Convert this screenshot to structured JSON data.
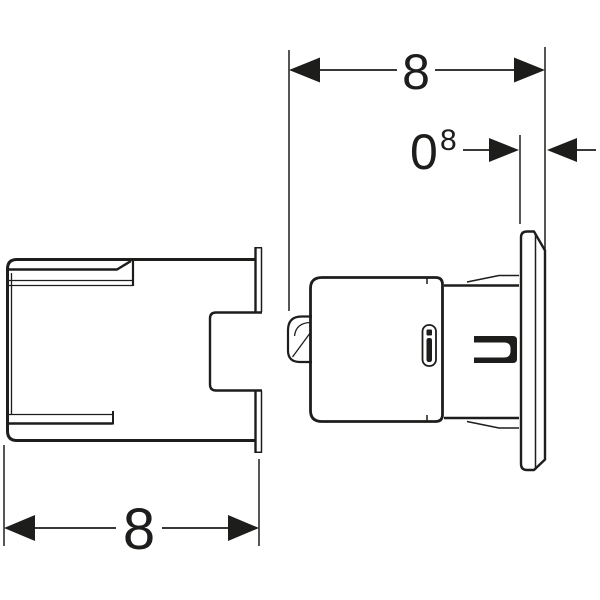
{
  "page": {
    "background": "#ffffff"
  },
  "drawing": {
    "stroke_color": "#1d1d1b",
    "dimensions": {
      "top_width": {
        "label": "8"
      },
      "plate_thickness": {
        "whole": "0",
        "superscript": "8"
      },
      "bottom_depth": {
        "label": "8"
      }
    },
    "parts": {
      "left_part": "protection-box-side-view",
      "right_part": "flush-button-with-cover-plate-side-view"
    }
  }
}
